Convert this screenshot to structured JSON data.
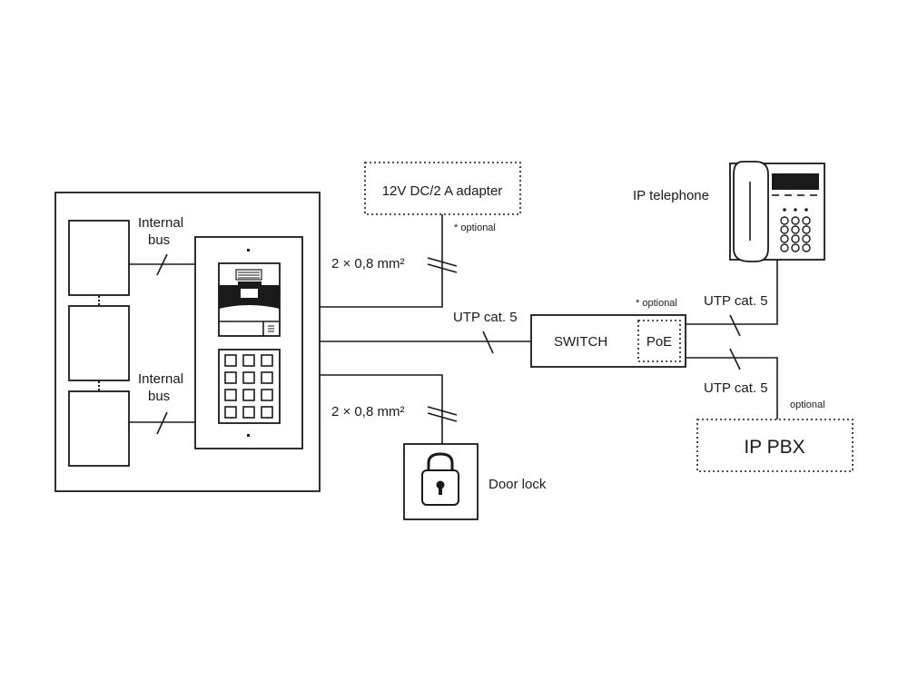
{
  "labels": {
    "internal_bus_top": [
      "Internal",
      "bus"
    ],
    "internal_bus_bottom": [
      "Internal",
      "bus"
    ],
    "adapter": "12V DC/2 A adapter",
    "adapter_note": "* optional",
    "power_cable": "2 × 0,8 mm²",
    "lock_cable": "2 × 0,8 mm²",
    "utp_switch": "UTP cat. 5",
    "switch": "SWITCH",
    "poe": "PoE",
    "poe_note": "* optional",
    "utp_phone": "UTP cat. 5",
    "utp_pbx": "UTP cat. 5",
    "ip_telephone": "IP telephone",
    "pbx_note": "optional",
    "ip_pbx": "IP PBX",
    "door_lock": "Door lock"
  },
  "colors": {
    "stroke": "#1a1a1a",
    "background": "#ffffff"
  }
}
